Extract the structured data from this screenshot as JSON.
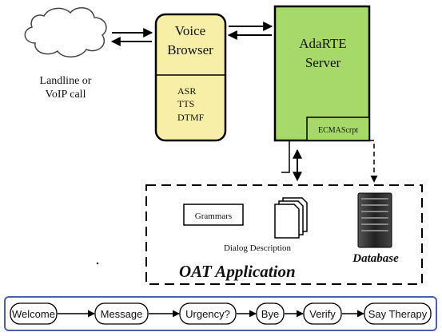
{
  "client": {
    "label_line1": "Landline or",
    "label_line2": "VoIP call"
  },
  "voice_browser": {
    "title_line1": "Voice",
    "title_line2": "Browser",
    "features": [
      "ASR",
      "TTS",
      "DTMF"
    ],
    "fill_color": "#f7eea8"
  },
  "server": {
    "title_line1": "AdaRTE",
    "title_line2": "Server",
    "ecmascript_label": "ECMAScrpt",
    "fill_color": "#a6d96a"
  },
  "oat_app": {
    "title": "OAT Application",
    "grammars_label": "Grammars",
    "dialog_label": "Dialog Description",
    "database_label": "Database"
  },
  "flow": {
    "steps": [
      "Welcome",
      "Message",
      "Urgency?",
      "Bye",
      "Verify",
      "Say Therapy"
    ]
  }
}
